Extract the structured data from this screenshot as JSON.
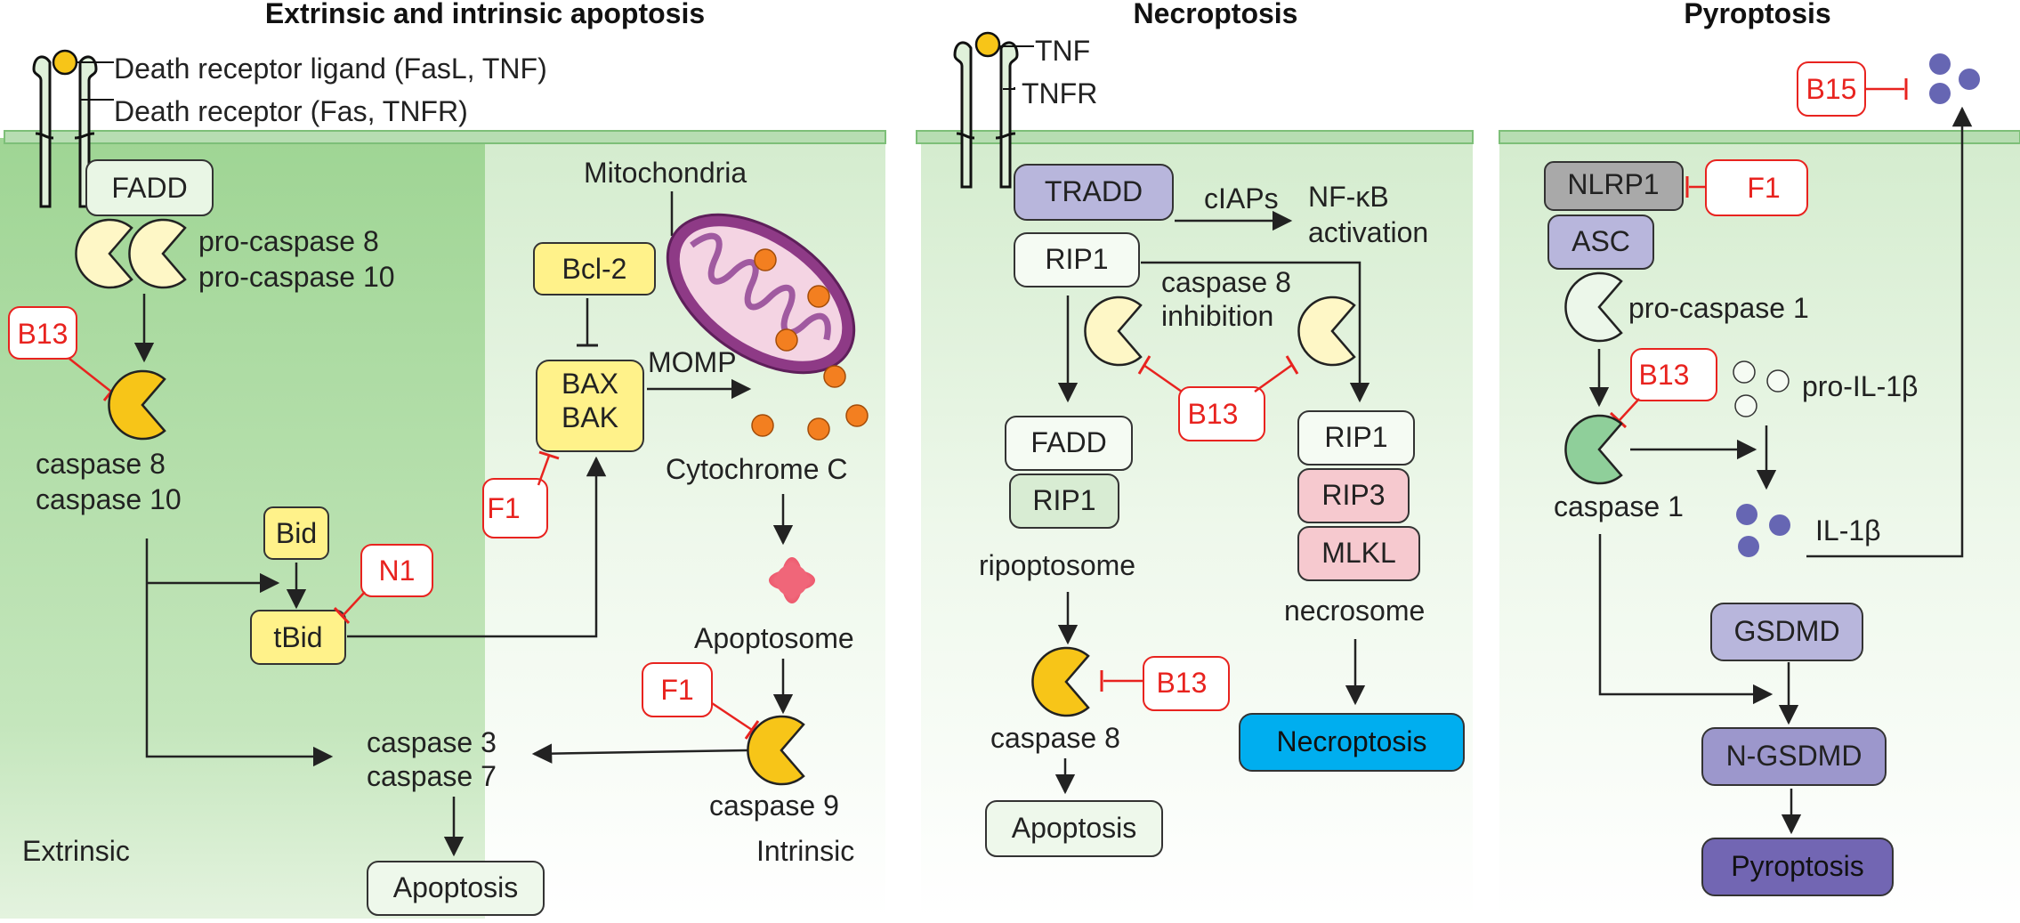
{
  "colors": {
    "membrane": "#b7ddb2",
    "membrane_line": "#7dbf78",
    "panel_dark": "#a6d89c",
    "panel_light": "#eaf6e6",
    "yellow_box": "#fff28a",
    "caspase_active": "#f7c518",
    "caspase_pro": "#fef7c6",
    "inhibitor": "#e8231f",
    "orange_dot": "#f37f20",
    "mito_outer": "#8e3a86",
    "mito_inner": "#f4d4e3",
    "purple_box": "#b8b6dc",
    "pink_box": "#f6c9cf",
    "green_box": "#d8ecd3",
    "gray_box": "#a9a9a9",
    "blue_box": "#00aeef",
    "pyro_box": "#7266b3",
    "il_dot": "#6666b3",
    "green_caspase": "#8fcf9a"
  },
  "titles": {
    "apoptosis": "Extrinsic and intrinsic apoptosis",
    "necroptosis": "Necroptosis",
    "pyroptosis": "Pyroptosis"
  },
  "apoptosis": {
    "ligand_label": "Death receptor ligand (FasL, TNF)",
    "receptor_label": "Death receptor (Fas, TNFR)",
    "fadd": "FADD",
    "pro_caspase_8": "pro-caspase 8",
    "pro_caspase_10": "pro-caspase 10",
    "b13": "B13",
    "caspase_8": "caspase 8",
    "caspase_10": "caspase 10",
    "bid": "Bid",
    "tbid": "tBid",
    "n1": "N1",
    "bcl2": "Bcl-2",
    "bax": "BAX",
    "bak": "BAK",
    "f1_bax": "F1",
    "momp": "MOMP",
    "mitochondria": "Mitochondria",
    "cytochrome_c": "Cytochrome C",
    "apoptosome": "Apoptosome",
    "f1_casp9": "F1",
    "caspase_9": "caspase 9",
    "caspase_3": "caspase 3",
    "caspase_7": "caspase 7",
    "apoptosis_out": "Apoptosis",
    "extrinsic": "Extrinsic",
    "intrinsic": "Intrinsic"
  },
  "necroptosis": {
    "tnf": "TNF",
    "tnfr": "TNFR",
    "tradd": "TRADD",
    "ciaps": "cIAPs",
    "nfkb_1": "NF-κB",
    "nfkb_2": "activation",
    "rip1_top": "RIP1",
    "casp8_inhib_1": "caspase 8",
    "casp8_inhib_2": "inhibition",
    "b13_mid": "B13",
    "fadd": "FADD",
    "rip1_left": "RIP1",
    "ripoptosome": "ripoptosome",
    "b13_low": "B13",
    "caspase_8": "caspase 8",
    "apoptosis_out": "Apoptosis",
    "rip1_right": "RIP1",
    "rip3": "RIP3",
    "mlkl": "MLKL",
    "necrosome": "necrosome",
    "necroptosis_out": "Necroptosis"
  },
  "pyroptosis": {
    "b15": "B15",
    "nlrp1": "NLRP1",
    "f1": "F1",
    "asc": "ASC",
    "pro_caspase_1": "pro-caspase 1",
    "b13": "B13",
    "pro_il1b": "pro-IL-1β",
    "caspase_1": "caspase 1",
    "il1b": "IL-1β",
    "gsdmd": "GSDMD",
    "n_gsdmd": "N-GSDMD",
    "pyroptosis_out": "Pyroptosis"
  }
}
